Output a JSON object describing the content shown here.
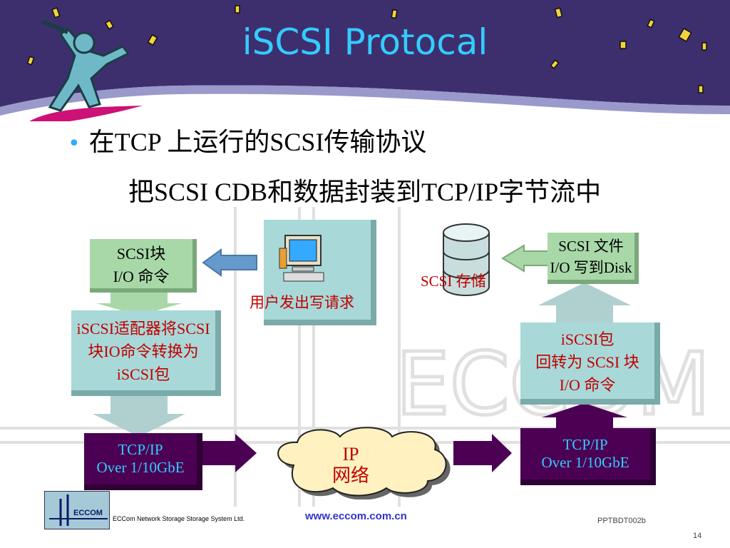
{
  "slide": {
    "title": "iSCSI Protocal",
    "bullet": "在TCP 上运行的SCSI传输协议",
    "subtitle": "把SCSI CDB和数据封装到TCP/IP字节流中",
    "watermark": "ECCOM"
  },
  "diagram": {
    "scsi_block_cmd": {
      "line1": "SCSI块",
      "line2": "I/O 命令"
    },
    "user_request": "用户发出写请求",
    "scsi_storage": "SCSI 存储",
    "scsi_file_io": {
      "line1": "SCSI 文件",
      "line2": "I/O 写到Disk"
    },
    "adapter_box": {
      "line1": "iSCSI适配器将SCSI",
      "line2": "块IO命令转换为",
      "line3": "iSCSI包"
    },
    "packet_box": {
      "line1": "iSCSI包",
      "line2": "回转为 SCSI 块",
      "line3": "I/O 命令"
    },
    "tcp_left": {
      "line1": "TCP/IP",
      "line2": "Over 1/10GbE"
    },
    "tcp_right": {
      "line1": "TCP/IP",
      "line2": "Over 1/10GbE"
    },
    "cloud": {
      "line1": "IP",
      "line2": "网络"
    }
  },
  "footer": {
    "logo_text": "ECCOM",
    "company": "ECCom Network Storage Storage System Ltd.",
    "url": "www.eccom.com.cn",
    "code": "PPTBDT002b",
    "page": "14"
  },
  "colors": {
    "header_bg": "#3d2f6e",
    "title": "#33ccff",
    "box_green": "#a8d8a8",
    "box_teal": "#a9d8d8",
    "box_purple": "#4b0054",
    "red_text": "#c00000"
  }
}
